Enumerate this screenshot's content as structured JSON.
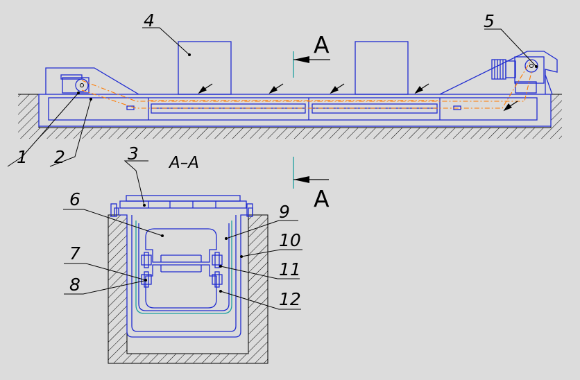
{
  "labels": {
    "l1": "1",
    "l2": "2",
    "l3": "3",
    "l4": "4",
    "l5": "5",
    "l6": "6",
    "l7": "7",
    "l8": "8",
    "l9": "9",
    "l10": "10",
    "l11": "11",
    "l12": "12"
  },
  "section": {
    "title": "A–A",
    "arrow_top": "A",
    "arrow_bottom": "A"
  },
  "colors": {
    "background": "#dcdcdc",
    "outline": "#1f2bd0",
    "chain": "#ff7a00",
    "gap": "#1a9f9f",
    "hatch": "#000000"
  }
}
